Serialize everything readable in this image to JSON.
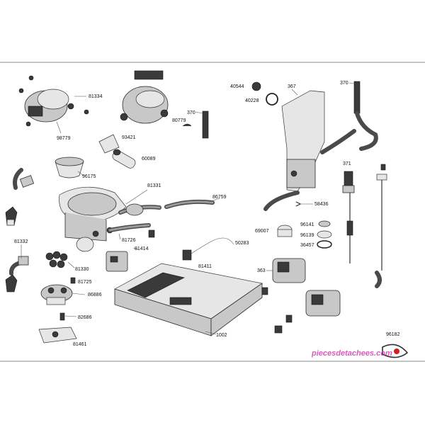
{
  "diagram": {
    "labels": {
      "p81334": "81334",
      "p98779": "98779",
      "p93421": "93421",
      "p60089": "60089",
      "p96175": "96175",
      "p81331": "81331",
      "p86759": "86759",
      "p80779": "80779",
      "p370a": "370",
      "p370b": "370",
      "p40544": "40544",
      "p40228": "40228",
      "p367": "367",
      "p371": "371",
      "p81332": "81332",
      "p81726": "81726",
      "p81414": "81414",
      "p81330": "81330",
      "p81725": "81725",
      "p86886": "86886",
      "p82686": "82686",
      "p81461": "81461",
      "p50283": "50283",
      "p81411": "81411",
      "p69007": "69007",
      "p58436": "58436",
      "p96141": "96141",
      "p96139": "96139",
      "p36457": "36457",
      "p363": "363",
      "p1002": "1002",
      "p96182": "96182"
    },
    "watermark": "piecesdetachees.com"
  }
}
